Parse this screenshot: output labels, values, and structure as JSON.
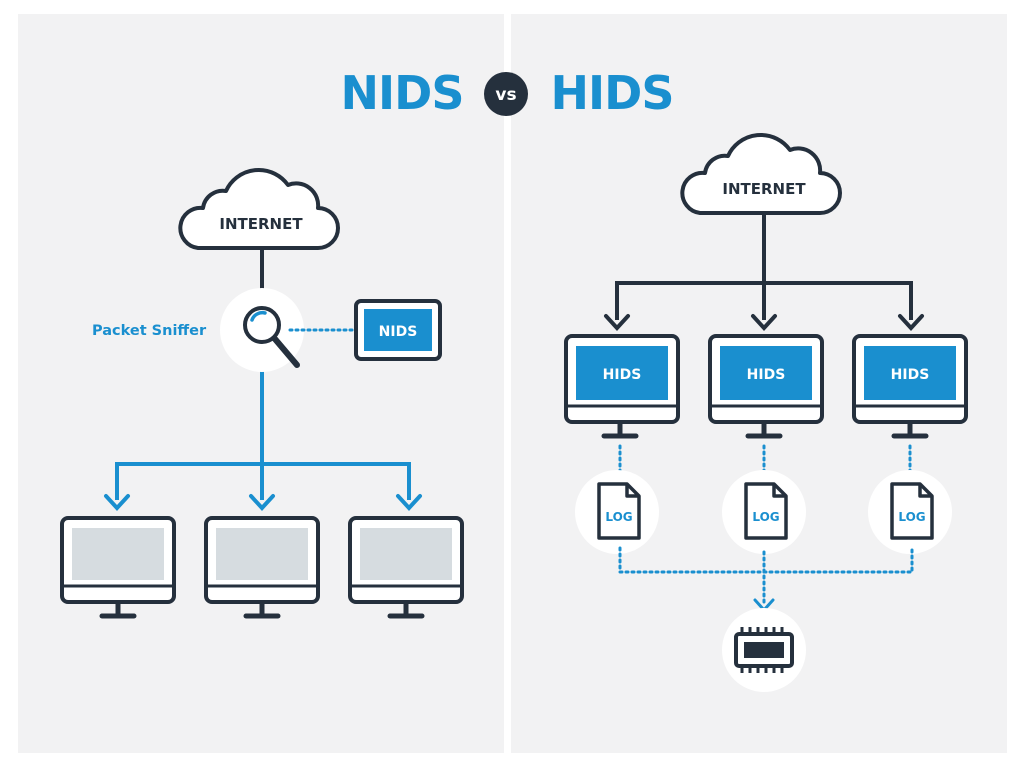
{
  "title": {
    "left": "NIDS",
    "vs": "vs",
    "right": "HIDS"
  },
  "nids_panel": {
    "cloud_label": "INTERNET",
    "sniffer_label": "Packet Sniffer",
    "nids_box_label": "NIDS",
    "computers_count": 3
  },
  "hids_panel": {
    "cloud_label": "INTERNET",
    "hosts": [
      {
        "label": "HIDS",
        "log": "LOG"
      },
      {
        "label": "HIDS",
        "log": "LOG"
      },
      {
        "label": "HIDS",
        "log": "LOG"
      }
    ],
    "collector_icon": "chip-icon"
  },
  "colors": {
    "accent": "#1a8fcf",
    "dark": "#25303d",
    "panel": "#f2f2f3",
    "screen": "#d6dce0",
    "node_bg": "#ffffff"
  },
  "icons": [
    "cloud-icon",
    "magnifier-icon",
    "monitor-icon",
    "log-file-icon",
    "chip-icon",
    "arrow-down-icon"
  ]
}
